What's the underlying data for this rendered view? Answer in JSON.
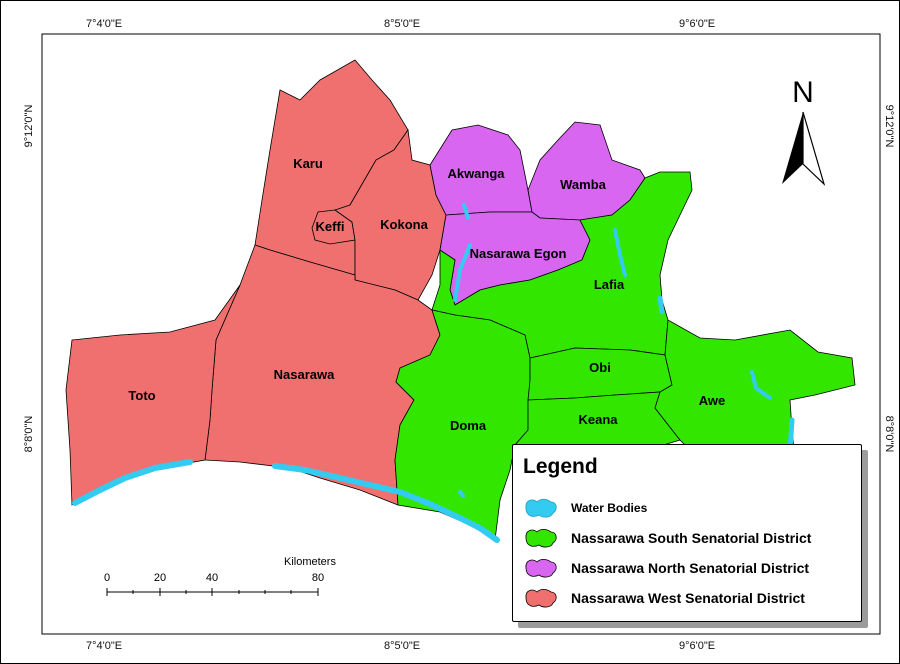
{
  "coordinates": {
    "top": [
      "7°4'0\"E",
      "8°5'0\"E",
      "9°6'0\"E"
    ],
    "bottom": [
      "7°4'0\"E",
      "8°5'0\"E",
      "9°6'0\"E"
    ],
    "left": [
      "9°12'0\"N",
      "8°8'0\"N"
    ],
    "right": [
      "9°12'0\"N",
      "8°8'0\"N"
    ]
  },
  "north_arrow": {
    "label": "N"
  },
  "lgas": [
    {
      "name": "Karu",
      "zone": "west"
    },
    {
      "name": "Keffi",
      "zone": "west"
    },
    {
      "name": "Kokona",
      "zone": "west"
    },
    {
      "name": "Nasarawa",
      "zone": "west"
    },
    {
      "name": "Toto",
      "zone": "west"
    },
    {
      "name": "Akwanga",
      "zone": "north"
    },
    {
      "name": "Wamba",
      "zone": "north"
    },
    {
      "name": "Nasarawa Egon",
      "zone": "north"
    },
    {
      "name": "Lafia",
      "zone": "south"
    },
    {
      "name": "Obi",
      "zone": "south"
    },
    {
      "name": "Keana",
      "zone": "south"
    },
    {
      "name": "Awe",
      "zone": "south"
    },
    {
      "name": "Doma",
      "zone": "south"
    }
  ],
  "legend": {
    "title": "Legend",
    "items": [
      {
        "label": "Water Bodies",
        "color": "#33ccf0"
      },
      {
        "label": "Nassarawa South Senatorial District",
        "color": "#33e600"
      },
      {
        "label": "Nassarawa North Senatorial District",
        "color": "#d966f0"
      },
      {
        "label": "Nassarawa West Senatorial District",
        "color": "#f07070"
      }
    ]
  },
  "scale_bar": {
    "title": "Kilometers",
    "ticks": [
      "0",
      "20",
      "40",
      "80"
    ]
  },
  "colors": {
    "west": "#f07070",
    "north": "#d966f0",
    "south": "#33e600",
    "water": "#33ccf0"
  }
}
